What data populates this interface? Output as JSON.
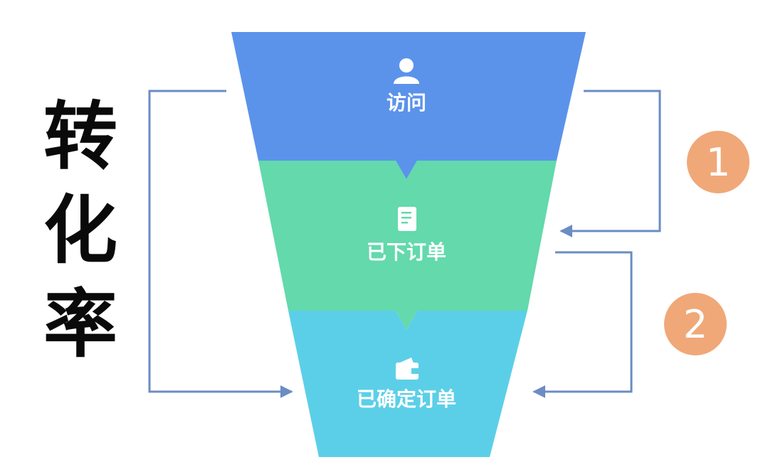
{
  "side_label": [
    "转",
    "化",
    "率"
  ],
  "stages": [
    {
      "label": "访问",
      "icon": "user-icon",
      "color": "#5b93eb"
    },
    {
      "label": "已下订单",
      "icon": "document-icon",
      "color": "#63d9ac"
    },
    {
      "label": "已确定订单",
      "icon": "wallet-icon",
      "color": "#5ccfe8"
    }
  ],
  "steps": [
    {
      "number": "1"
    },
    {
      "number": "2"
    }
  ],
  "colors": {
    "connector": "#6b8cc4",
    "badge": "#f0a878",
    "text_light": "#ffffff",
    "side_label": "#0a0a0a"
  }
}
